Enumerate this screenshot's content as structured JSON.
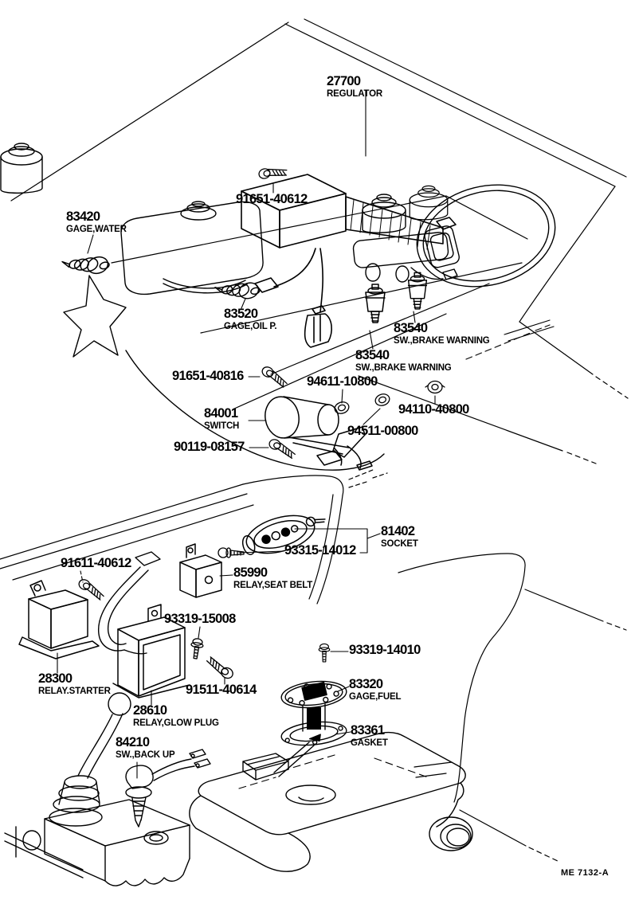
{
  "document": {
    "kind": "electrical parts diagram (switch / relay / computer)",
    "drawing_code": "ME 7132-A",
    "colors": {
      "ink": "#000000",
      "background": "#ffffff"
    }
  },
  "parts": [
    {
      "part_number": "27700",
      "name": "REGULATOR"
    },
    {
      "part_number": "91651-40612"
    },
    {
      "part_number": "83420",
      "name": "GAGE,WATER"
    },
    {
      "part_number": "83520",
      "name": "GAGE,OIL P."
    },
    {
      "part_number": "83540",
      "name": "SW.,BRAKE WARNING"
    },
    {
      "part_number": "83540",
      "name": "SW.,BRAKE WARNING"
    },
    {
      "part_number": "91651-40816"
    },
    {
      "part_number": "94611-10800"
    },
    {
      "part_number": "84001",
      "name": "SWITCH"
    },
    {
      "part_number": "94110-40800"
    },
    {
      "part_number": "94511-00800"
    },
    {
      "part_number": "90119-08157"
    },
    {
      "part_number": "81402",
      "name": "SOCKET"
    },
    {
      "part_number": "93315-14012"
    },
    {
      "part_number": "91611-40612"
    },
    {
      "part_number": "85990",
      "name": "RELAY,SEAT BELT"
    },
    {
      "part_number": "93319-15008"
    },
    {
      "part_number": "93319-14010"
    },
    {
      "part_number": "28300",
      "name": "RELAY.STARTER"
    },
    {
      "part_number": "91511-40614"
    },
    {
      "part_number": "83320",
      "name": "GAGE,FUEL"
    },
    {
      "part_number": "28610",
      "name": "RELAY,GLOW PLUG"
    },
    {
      "part_number": "84210",
      "name": "SW.,BACK UP"
    },
    {
      "part_number": "83361",
      "name": "GASKET"
    }
  ]
}
